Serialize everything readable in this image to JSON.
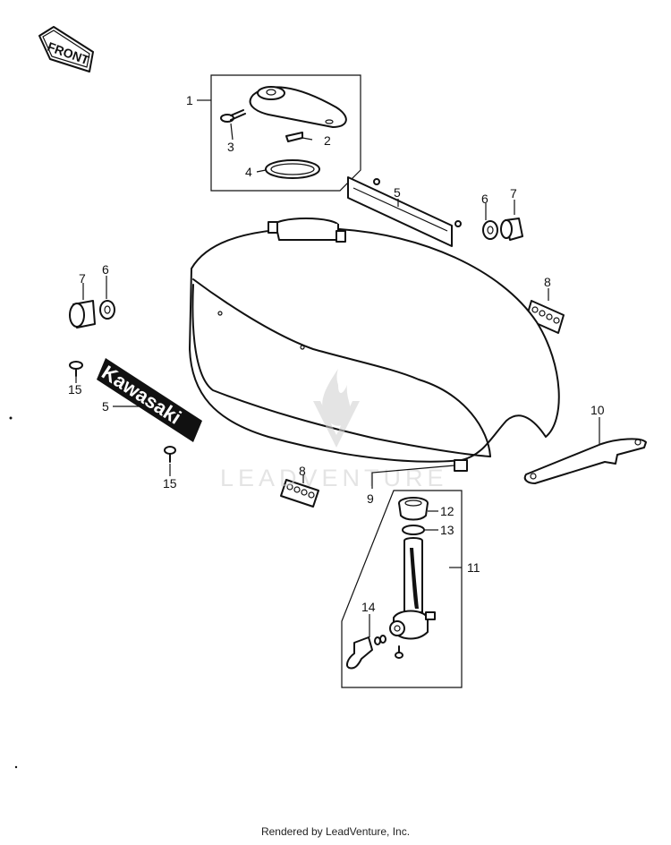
{
  "front_arrow": {
    "text": "FRONT"
  },
  "decal": {
    "text": "Kawasaki"
  },
  "watermark": {
    "text": "LEADVENTURE"
  },
  "footer": {
    "text": "Rendered by LeadVenture, Inc."
  },
  "callouts": [
    {
      "id": "c1",
      "label": "1"
    },
    {
      "id": "c2",
      "label": "2"
    },
    {
      "id": "c3",
      "label": "3"
    },
    {
      "id": "c4",
      "label": "4"
    },
    {
      "id": "c5a",
      "label": "5"
    },
    {
      "id": "c6a",
      "label": "6"
    },
    {
      "id": "c7a",
      "label": "7"
    },
    {
      "id": "c7b",
      "label": "7"
    },
    {
      "id": "c6b",
      "label": "6"
    },
    {
      "id": "c8a",
      "label": "8"
    },
    {
      "id": "c15a",
      "label": "15"
    },
    {
      "id": "c5b",
      "label": "5"
    },
    {
      "id": "c10",
      "label": "10"
    },
    {
      "id": "c15b",
      "label": "15"
    },
    {
      "id": "c8b",
      "label": "8"
    },
    {
      "id": "c9",
      "label": "9"
    },
    {
      "id": "c12",
      "label": "12"
    },
    {
      "id": "c13",
      "label": "13"
    },
    {
      "id": "c11",
      "label": "11"
    },
    {
      "id": "c14",
      "label": "14"
    }
  ]
}
